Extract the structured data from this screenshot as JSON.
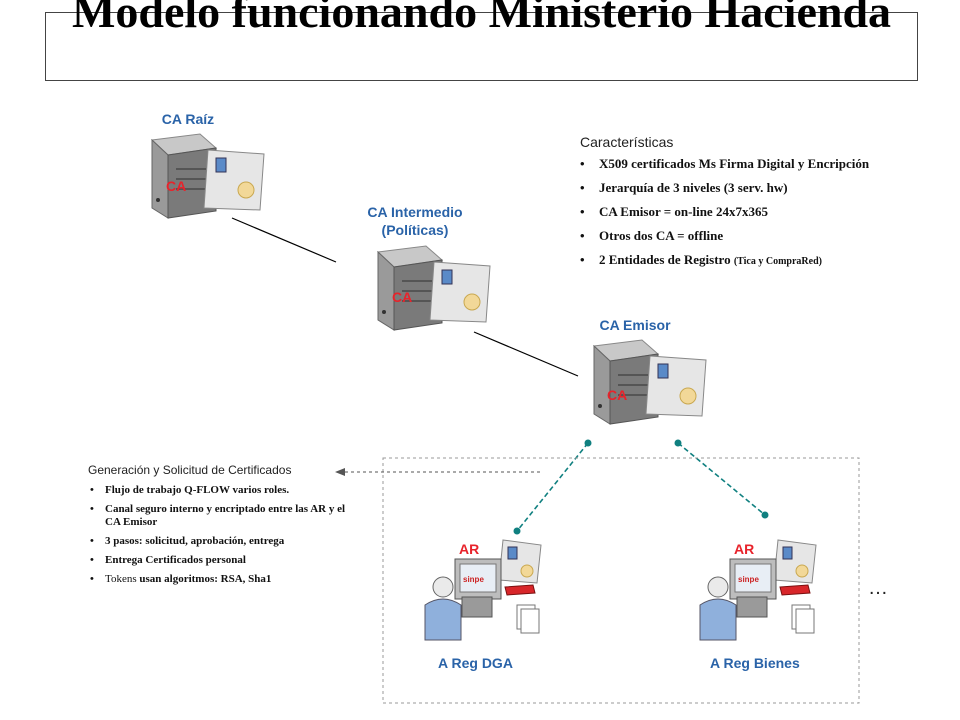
{
  "title": "Modelo funcionando Ministerio Hacienda",
  "nodes": {
    "ca_raiz": {
      "label": "CA Raíz",
      "badge": "CA"
    },
    "ca_intermedio": {
      "label_line1": "CA Intermedio",
      "label_line2": "(Políticas)",
      "badge": "CA"
    },
    "ca_emisor": {
      "label": "CA Emisor",
      "badge": "CA"
    },
    "ar_dga": {
      "label": "A Reg DGA",
      "badge": "AR",
      "monitor_text": "sinpe"
    },
    "ar_bienes": {
      "label": "A Reg Bienes",
      "badge": "AR",
      "monitor_text": "sinpe"
    }
  },
  "ellipsis": "…",
  "caracteristicas": {
    "title": "Características",
    "items": [
      {
        "text": "X509 certificados Ms Firma Digital y Encripción"
      },
      {
        "text": "Jerarquía de 3 niveles (3 serv. hw)"
      },
      {
        "text": "CA Emisor = on-line 24x7x365"
      },
      {
        "text": "Otros dos CA = offline"
      },
      {
        "text": "2 Entidades de Registro ",
        "small": "(Tica y CompraRed)"
      }
    ]
  },
  "generacion": {
    "title": "Generación y Solicitud de Certificados",
    "items": [
      {
        "text": "Flujo de trabajo Q-FLOW varios roles."
      },
      {
        "text": "Canal seguro interno y encriptado entre las AR y el CA Emisor"
      },
      {
        "text": "3 pasos: solicitud, aprobación, entrega"
      },
      {
        "text": "Entrega Certificados personal"
      },
      {
        "text": "Tokens ",
        "bold": "usan algoritmos: RSA, Sha1"
      }
    ]
  },
  "colors": {
    "label_blue": "#2a63a8",
    "badge_red": "#e8232b",
    "connector_teal": "#108080",
    "token_red": "#d8262a"
  }
}
